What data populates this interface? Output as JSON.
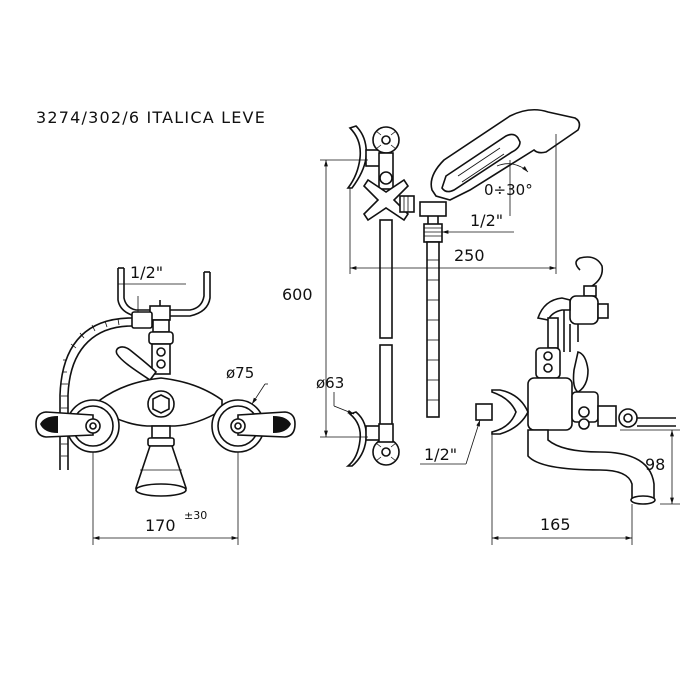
{
  "title": "3274/302/6 ITALICA LEVE",
  "dimensions": {
    "left_view": {
      "connection": "1/2\"",
      "escutcheon_diameter": "ø75",
      "center_distance": "170",
      "tolerance": "±30"
    },
    "middle_view": {
      "height": "600",
      "angle": "0÷30°",
      "connection": "1/2\"",
      "depth": "250",
      "base_diameter": "ø63"
    },
    "right_view": {
      "connection": "1/2\"",
      "spout_height": "98",
      "projection": "165"
    }
  }
}
